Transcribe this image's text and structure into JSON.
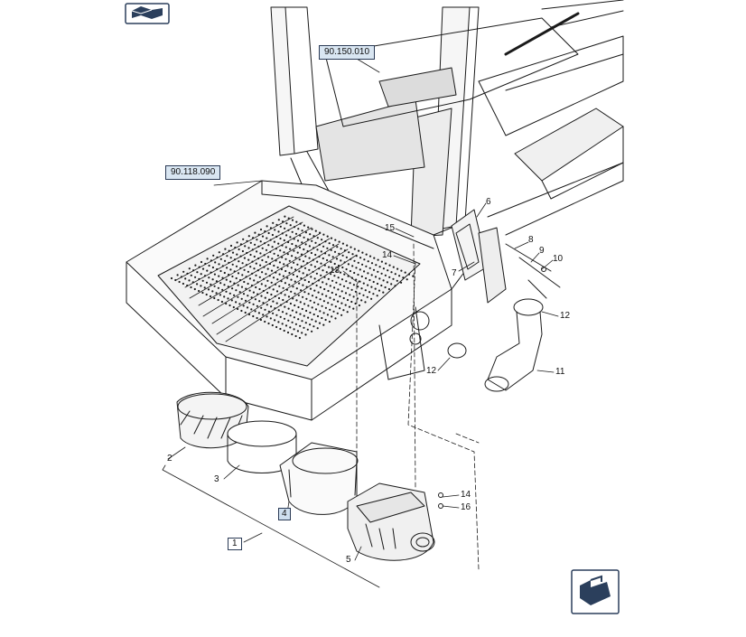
{
  "references": [
    {
      "id": "ref-90150010",
      "label": "90.150.010"
    },
    {
      "id": "ref-90118090",
      "label": "90.118.090"
    }
  ],
  "callouts": [
    {
      "id": "c1",
      "label": "1"
    },
    {
      "id": "c2",
      "label": "2"
    },
    {
      "id": "c3",
      "label": "3"
    },
    {
      "id": "c4",
      "label": "4"
    },
    {
      "id": "c5",
      "label": "5"
    },
    {
      "id": "c6",
      "label": "6"
    },
    {
      "id": "c7",
      "label": "7"
    },
    {
      "id": "c8",
      "label": "8"
    },
    {
      "id": "c9",
      "label": "9"
    },
    {
      "id": "c10",
      "label": "10"
    },
    {
      "id": "c11",
      "label": "11"
    },
    {
      "id": "c12a",
      "label": "12"
    },
    {
      "id": "c12b",
      "label": "12"
    },
    {
      "id": "c13",
      "label": "13"
    },
    {
      "id": "c14a",
      "label": "14"
    },
    {
      "id": "c14b",
      "label": "14"
    },
    {
      "id": "c15",
      "label": "15"
    },
    {
      "id": "c16",
      "label": "16"
    }
  ],
  "colors": {
    "line": "#1a1a1a",
    "ref_fill": "#d9e6f2",
    "ref_border": "#2a3a55",
    "icon_fill": "#2b3f5c"
  },
  "icons": [
    "previous-page-icon",
    "next-page-icon"
  ]
}
